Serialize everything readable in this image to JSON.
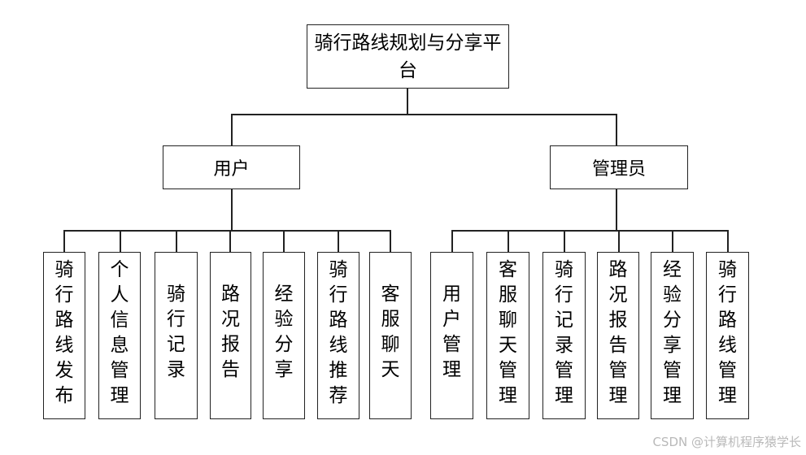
{
  "root": {
    "label": "骑行路线规划与分享平台"
  },
  "user": {
    "label": "用户",
    "children": [
      "骑行路线发布",
      "个人信息管理",
      "骑行记录",
      "路况报告",
      "经验分享",
      "骑行路线推荐",
      "客服聊天"
    ]
  },
  "admin": {
    "label": "管理员",
    "children": [
      "用户管理",
      "客服聊天管理",
      "骑行记录管理",
      "路况报告管理",
      "经验分享管理",
      "骑行路线管理"
    ]
  },
  "watermark": "CSDN @计算机程序猿学长"
}
